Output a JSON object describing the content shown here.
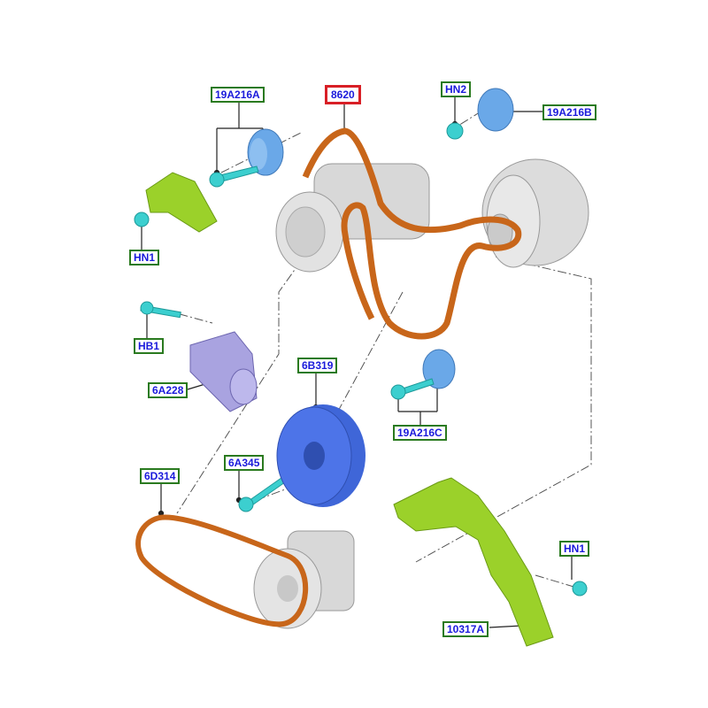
{
  "diagram": {
    "highlighted_part": "8620",
    "colors": {
      "belt": "#c8661a",
      "label_border": "#2a7a1f",
      "label_text": "#1a1adb",
      "highlight_border": "#d81f26",
      "bracket": "#9bd12a",
      "pulley": "#6aa8e8",
      "bolt": "#3ccfcf",
      "tensioner": "#a9a3e0",
      "crank_pulley": "#4d74e8",
      "metal": "#d8d8d8"
    },
    "labels": [
      {
        "id": "19A216A"
      },
      {
        "id": "8620"
      },
      {
        "id": "HN2"
      },
      {
        "id": "19A216B"
      },
      {
        "id": "HN1"
      },
      {
        "id": "HB1"
      },
      {
        "id": "6A228"
      },
      {
        "id": "6B319"
      },
      {
        "id": "19A216C"
      },
      {
        "id": "6A345"
      },
      {
        "id": "6D314"
      },
      {
        "id": "HN1"
      },
      {
        "id": "10317A"
      }
    ]
  }
}
